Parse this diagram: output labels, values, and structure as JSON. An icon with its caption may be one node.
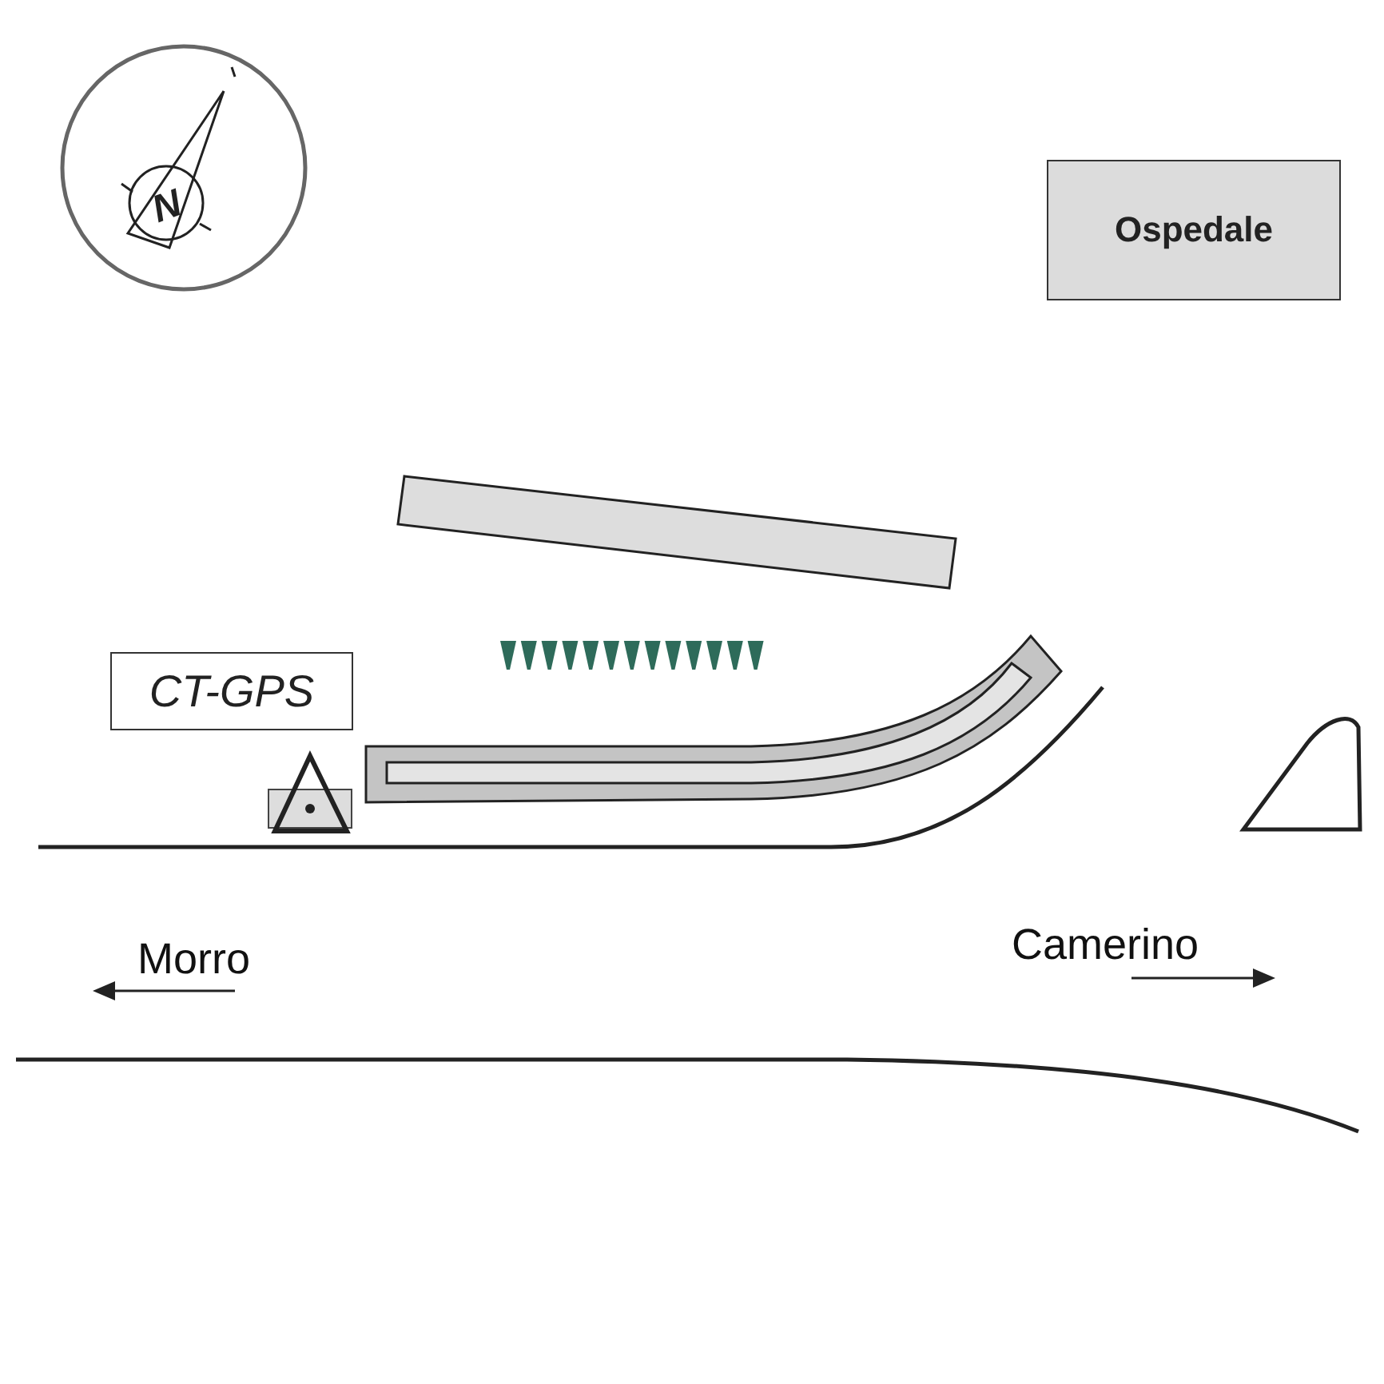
{
  "diagram": {
    "nodes": [
      {
        "text": [
          "Ospedale"
        ]
      },
      {
        "text": [
          "CT-GPS"
        ]
      }
    ],
    "labels": [
      "N",
      "Morro",
      "Camerino"
    ]
  }
}
